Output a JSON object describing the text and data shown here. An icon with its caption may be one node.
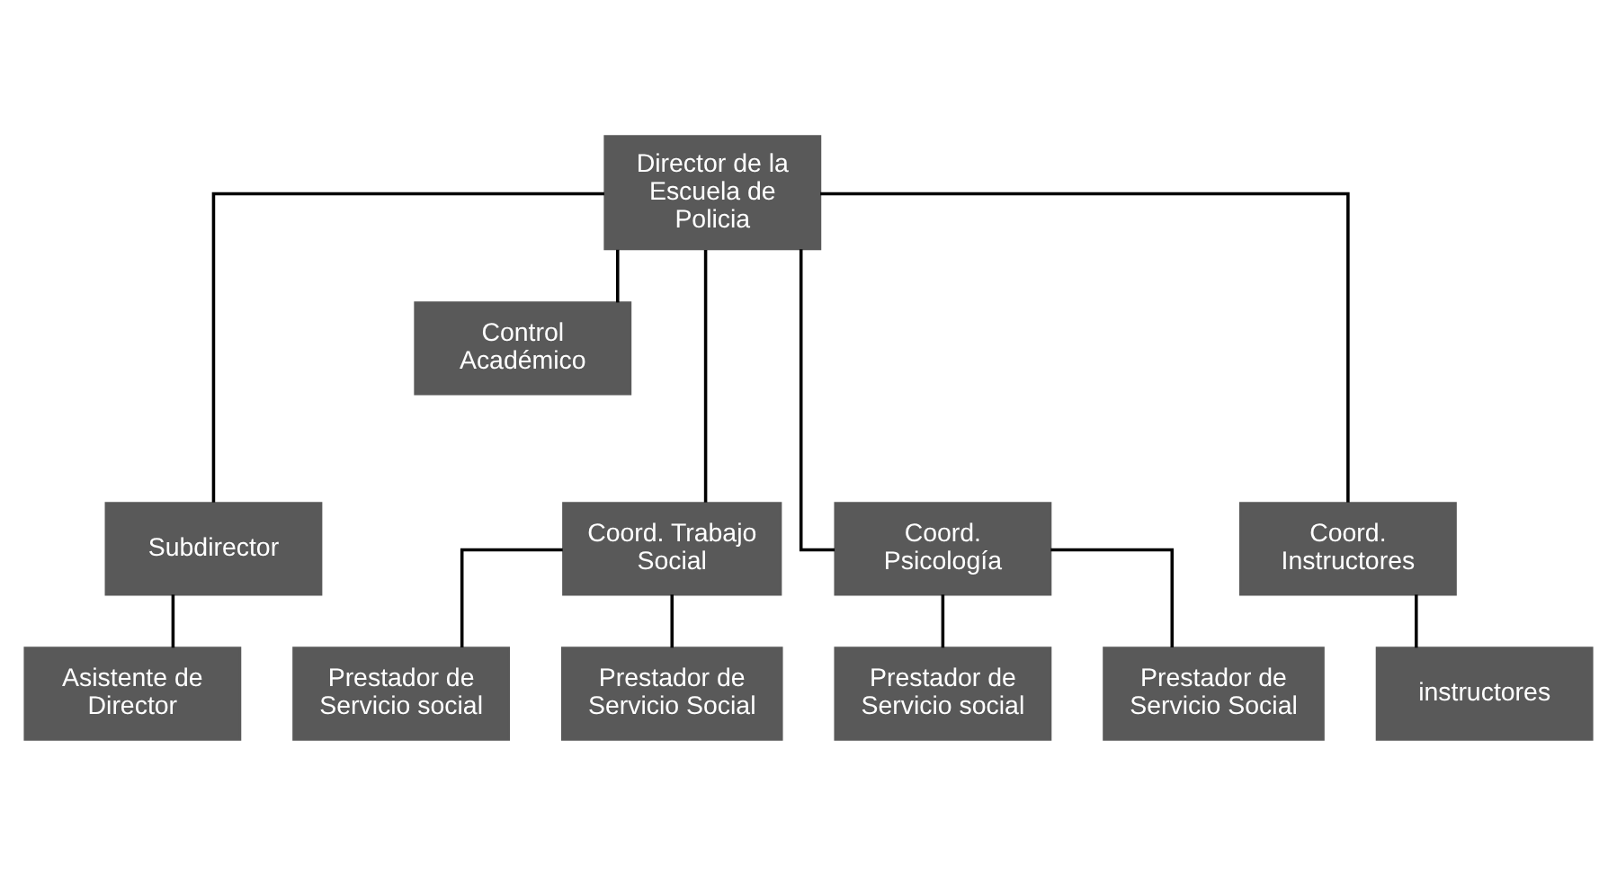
{
  "diagram": {
    "nodes": [
      {
        "text": [
          "Director de la Escuela de Policia"
        ]
      },
      {
        "text": [
          "Subdirector"
        ]
      },
      {
        "text": [
          "Asistente de Director"
        ]
      },
      {
        "text": [
          "Control Académico"
        ]
      },
      {
        "text": [
          "Coord. Trabajo Social"
        ]
      },
      {
        "text": [
          "Coord. Psicología"
        ]
      },
      {
        "text": [
          "Coord. Instructores"
        ]
      },
      {
        "text": [
          "Prestador de Servicio social"
        ]
      },
      {
        "text": [
          "Prestador de Servicio Social"
        ]
      },
      {
        "text": [
          "Prestador de Servicio social"
        ]
      },
      {
        "text": [
          "Prestador de Servicio Social"
        ]
      },
      {
        "text": [
          "instructores"
        ]
      }
    ],
    "edges": [
      {
        "from": 0,
        "to": 1,
        "arrow": "none"
      },
      {
        "from": 1,
        "to": 2,
        "arrow": "none"
      },
      {
        "from": 0,
        "to": 3,
        "arrow": "none"
      },
      {
        "from": 0,
        "to": 4,
        "arrow": "none"
      },
      {
        "from": 0,
        "to": 5,
        "arrow": "none"
      },
      {
        "from": 0,
        "to": 6,
        "arrow": "none"
      },
      {
        "from": 4,
        "to": 7,
        "arrow": "none"
      },
      {
        "from": 4,
        "to": 8,
        "arrow": "none"
      },
      {
        "from": 5,
        "to": 9,
        "arrow": "none"
      },
      {
        "from": 5,
        "to": 10,
        "arrow": "none"
      },
      {
        "from": 6,
        "to": 11,
        "arrow": "none"
      }
    ]
  }
}
